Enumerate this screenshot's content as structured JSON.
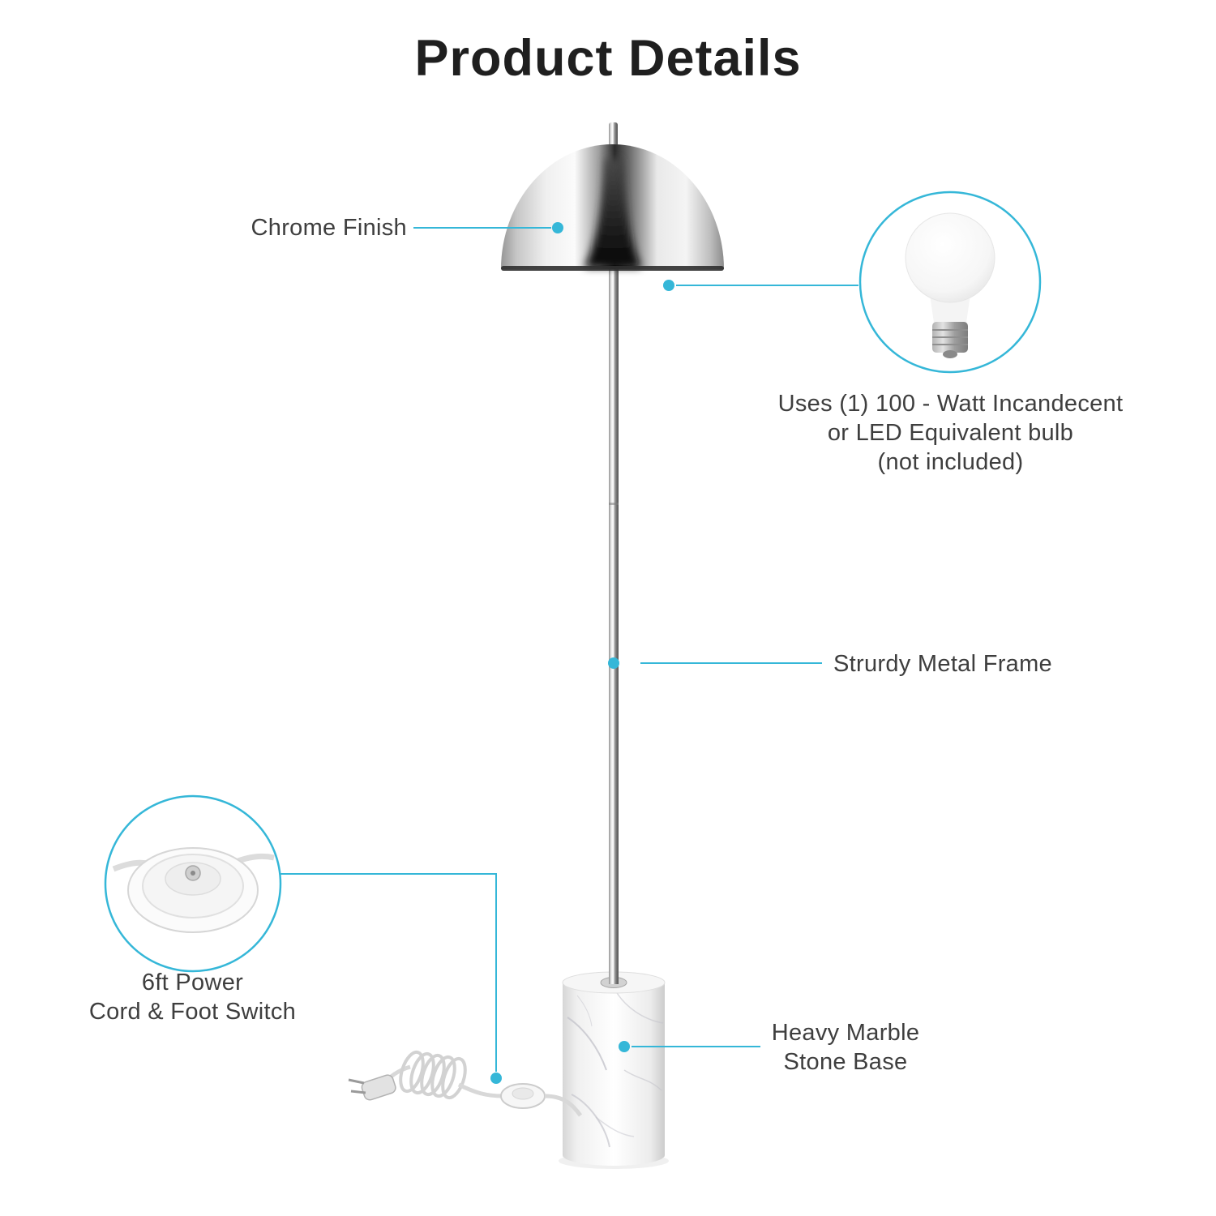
{
  "title": "Product Details",
  "accent_color": "#35b7d8",
  "callouts": {
    "chrome_finish": {
      "label": "Chrome Finish"
    },
    "bulb": {
      "line1": "Uses (1) 100 - Watt Incandecent",
      "line2": "or LED Equivalent bulb",
      "line3": "(not included)"
    },
    "metal_frame": {
      "label": "Strurdy Metal Frame"
    },
    "power_cord": {
      "line1": "6ft Power",
      "line2": "Cord & Foot Switch"
    },
    "marble_base": {
      "line1": "Heavy Marble",
      "line2": "Stone Base"
    }
  }
}
